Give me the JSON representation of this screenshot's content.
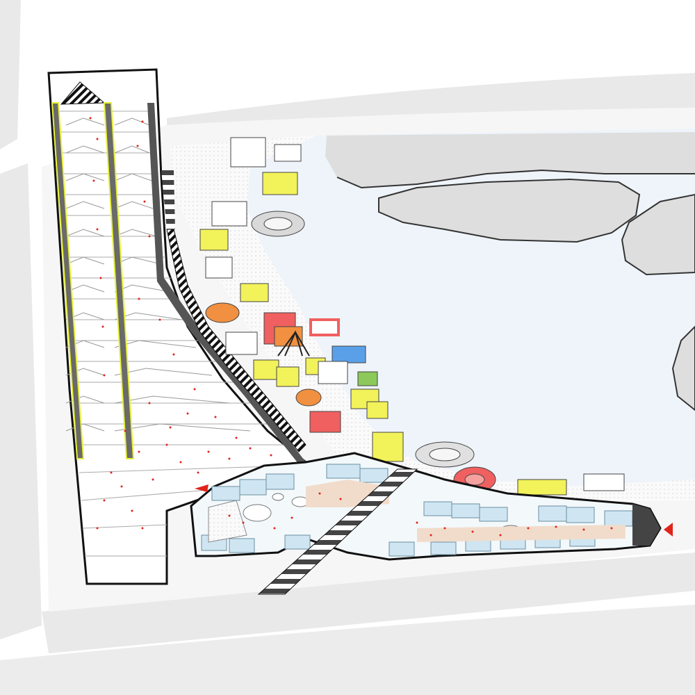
{
  "drawing": {
    "kind": "axonometric site plan",
    "colors": {
      "road": "#e9e9e9",
      "ground": "#f4f4f4",
      "lake": "#eef4fa",
      "island": "#dedede",
      "outline": "#111111",
      "escalator_accent": "#e6f03a",
      "people": "#e0241c",
      "pavilion_yellow": "#f2f25a",
      "pavilion_orange": "#f09040",
      "pavilion_red": "#f06060",
      "pool_blue": "#5aa0e8",
      "glass": "#cfe6f2",
      "paving": "#f1dccb"
    },
    "elements": {
      "entrance_markers": [
        "west-entrance",
        "east-entrance"
      ],
      "zones": [
        "ski-slope-hall",
        "escalator-lanes",
        "promenade-pavilions",
        "underground-mall",
        "lake",
        "islands",
        "bridge"
      ]
    }
  }
}
